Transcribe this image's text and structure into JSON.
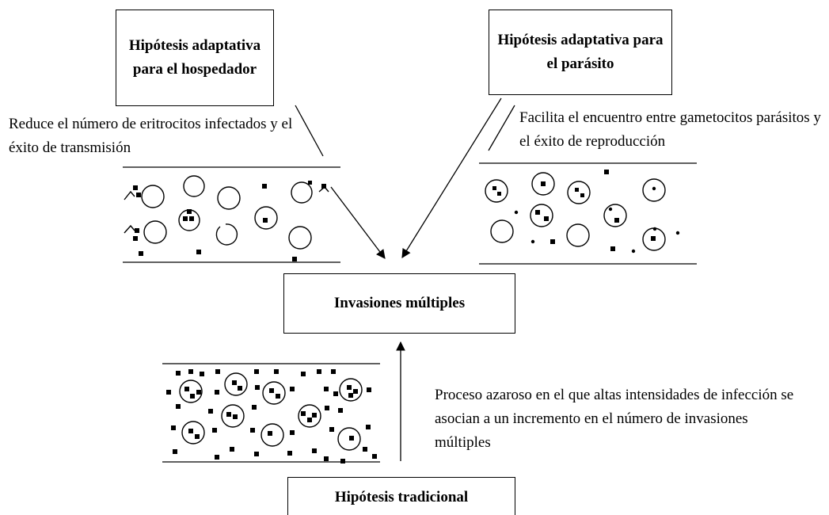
{
  "boxes": {
    "host": {
      "title": "Hipótesis adaptativa para el hospedador"
    },
    "parasite": {
      "title": "Hipótesis adaptativa para el parásito"
    },
    "center": {
      "title": "Invasiones múltiples"
    },
    "traditional": {
      "title": "Hipótesis tradicional"
    }
  },
  "descriptions": {
    "host": "Reduce el número de eritrocitos infectados y el éxito de transmisión",
    "parasite": "Facilita el encuentro entre gametocitos parásitos y el éxito de reproducción",
    "traditional": "Proceso azaroso en el que altas intensidades de infección se asocian a un incremento en el número de invasiones múltiples"
  },
  "panels": [
    "host",
    "parasite",
    "traditional"
  ]
}
